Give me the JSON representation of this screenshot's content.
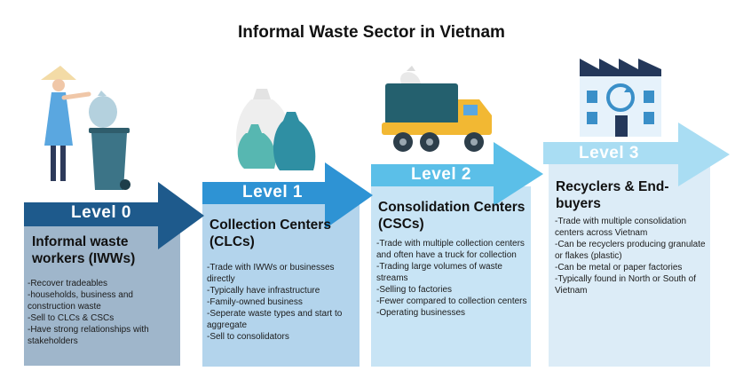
{
  "title": "Informal Waste Sector in Vietnam",
  "colors": {
    "level0": "#1e5a8c",
    "level1": "#2e93d4",
    "level2": "#5bbfe8",
    "level3": "#a9ddf3"
  },
  "levels": [
    {
      "label": "Level 0",
      "title": "Informal waste workers (IWWs)",
      "icon": "waste-worker-icon",
      "bullets": [
        "-Recover tradeables",
        "-households, business and construction waste",
        "-Sell to CLCs & CSCs",
        "-Have strong relationships with stakeholders"
      ]
    },
    {
      "label": "Level 1",
      "title": "Collection Centers (CLCs)",
      "icon": "waste-bags-icon",
      "bullets": [
        "-Trade with IWWs or businesses directly",
        "-Typically have infrastructure",
        "-Family-owned business",
        "-Seperate waste types and start to aggregate",
        "-Sell to consolidators"
      ]
    },
    {
      "label": "Level 2",
      "title": "Consolidation Centers (CSCs)",
      "icon": "garbage-truck-icon",
      "bullets": [
        "-Trade with multiple collection centers and often have a truck for collection",
        "-Trading large volumes of waste streams",
        "-Selling to factories",
        "-Fewer compared to collection centers",
        "-Operating businesses"
      ]
    },
    {
      "label": "Level 3",
      "title": "Recyclers & End-buyers",
      "icon": "recycling-factory-icon",
      "bullets": [
        "-Trade with multiple consolidation centers across Vietnam",
        "-Can be recyclers producing granulate or flakes (plastic)",
        "-Can be metal or paper factories",
        "-Typically found in North or South of Vietnam"
      ]
    }
  ]
}
